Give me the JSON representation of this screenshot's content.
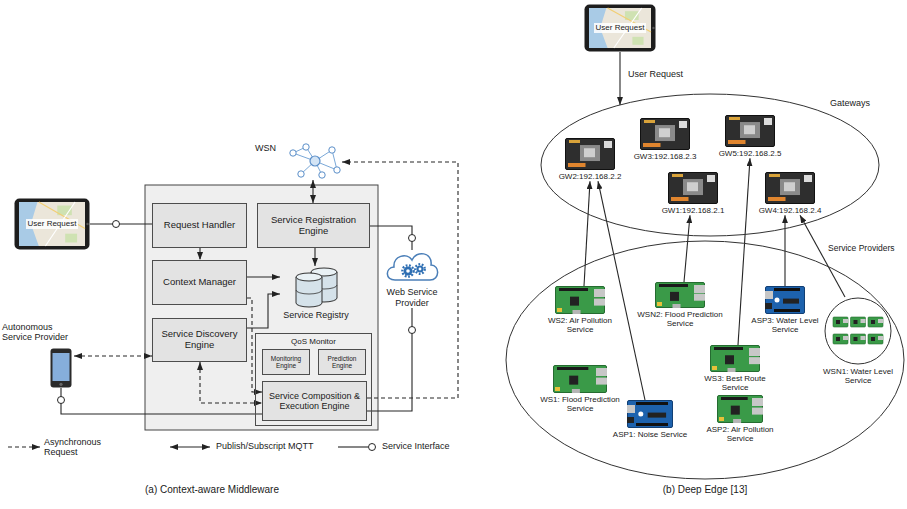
{
  "diagram": {
    "nodes": [
      {
        "text": [
          "User Request"
        ]
      },
      {
        "text": [
          "WSN"
        ]
      },
      {
        "text": [
          "Request Handler"
        ]
      },
      {
        "text": [
          "Service Registration Engine"
        ]
      },
      {
        "text": [
          "Context Manager"
        ]
      },
      {
        "text": [
          "Service Registry"
        ]
      },
      {
        "text": [
          "Web Service Provider"
        ]
      },
      {
        "text": [
          "Service Discovery Engine"
        ]
      },
      {
        "text": [
          "QoS Monitor"
        ]
      },
      {
        "text": [
          "Monitoring Engine"
        ],
        "in": 8
      },
      {
        "text": [
          "Prediction Engine"
        ],
        "in": 8
      },
      {
        "text": [
          "Service Composition & Execution Engine"
        ],
        "in": 8
      },
      {
        "text": [
          "Autonomous Service Provider"
        ]
      },
      {
        "text": [
          "User Request"
        ]
      },
      {
        "text": [
          "Gateways"
        ]
      },
      {
        "text": [
          "GW3:192.168.2.3"
        ],
        "in": 14
      },
      {
        "text": [
          "GW5:192.168.2.5"
        ],
        "in": 14
      },
      {
        "text": [
          "GW2:192.168.2.2"
        ],
        "in": 14
      },
      {
        "text": [
          "GW1:192.168.2.1"
        ],
        "in": 14
      },
      {
        "text": [
          "GW4:192.168.2.4"
        ],
        "in": 14
      },
      {
        "text": [
          "Service Providers"
        ]
      },
      {
        "text": [
          "WS2: Air Pollution Service"
        ],
        "in": 20
      },
      {
        "text": [
          "WSN2: Flood Prediction Service"
        ],
        "in": 20
      },
      {
        "text": [
          "ASP3: Water Level Service"
        ],
        "in": 20
      },
      {
        "text": [
          "WS3: Best Route Service"
        ],
        "in": 20
      },
      {
        "text": [
          "WSN1: Water Level Service"
        ],
        "in": 20
      },
      {
        "text": [
          "WS1: Flood Prediction Service"
        ],
        "in": 20
      },
      {
        "text": [
          "ASP1: Noise Service"
        ],
        "in": 20
      },
      {
        "text": [
          "ASP2: Air Pollution Service"
        ],
        "in": 20
      }
    ],
    "edges": [
      {
        "from": 0,
        "to": 2,
        "arrow": "none"
      },
      {
        "from": 2,
        "to": 4,
        "arrow": "to"
      },
      {
        "from": 3,
        "to": 5,
        "arrow": "to"
      },
      {
        "from": 4,
        "to": 5,
        "arrow": "to"
      },
      {
        "from": 7,
        "to": 5,
        "arrow": "to"
      },
      {
        "from": 4,
        "to": 11,
        "arrow": "to"
      },
      {
        "from": 7,
        "to": 11,
        "arrow": "both"
      },
      {
        "from": 12,
        "to": 7,
        "arrow": "both"
      },
      {
        "from": 12,
        "to": 11,
        "arrow": "none"
      },
      {
        "from": 1,
        "to": 3,
        "arrow": "both"
      },
      {
        "from": 11,
        "to": 1,
        "arrow": "to"
      },
      {
        "from": 3,
        "to": 6,
        "arrow": "none"
      },
      {
        "from": 6,
        "to": 11,
        "arrow": "none"
      },
      {
        "from": 13,
        "to": 14,
        "label": "User Request",
        "arrow": "to"
      },
      {
        "from": 21,
        "to": 17,
        "arrow": "to"
      },
      {
        "from": 27,
        "to": 17,
        "arrow": "to"
      },
      {
        "from": 22,
        "to": 18,
        "arrow": "to"
      },
      {
        "from": 24,
        "to": 16,
        "arrow": "to"
      },
      {
        "from": 23,
        "to": 19,
        "arrow": "to"
      },
      {
        "from": 25,
        "to": 19,
        "arrow": "to"
      }
    ],
    "labels": [
      "(a) Context-aware Middleware",
      "(b) Deep Edge [13]"
    ],
    "legend": [
      {
        "text": "Asynchronous Request"
      },
      {
        "text": "Publish/Subscript MQTT"
      },
      {
        "text": "Service Interface"
      }
    ]
  }
}
